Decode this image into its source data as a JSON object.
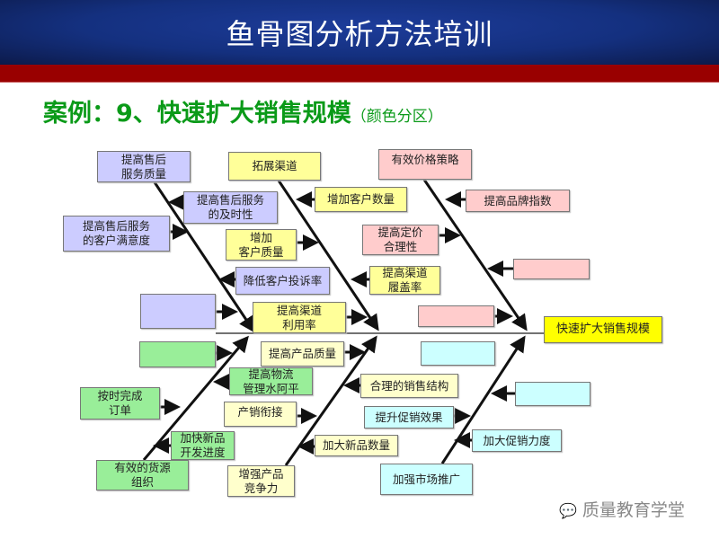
{
  "header": {
    "title": "鱼骨图分析方法培训"
  },
  "subtitle": {
    "main": "案例：9、快速扩大销售规模",
    "note": "（颜色分区）"
  },
  "diagram": {
    "effect": "快速扩大销售规模",
    "purple": [
      "提高售后\n服务质量",
      "提高售后服务\n的及时性",
      "提高售后服务\n的客户满意度",
      "降低客户投诉率",
      ""
    ],
    "yellow": [
      "拓展渠道",
      "增加客户数量",
      "增加\n客户质量",
      "提高渠道\n利用率",
      "提高渠道\n履盖率"
    ],
    "pink": [
      "有效价格策略",
      "提高品牌指数",
      "提高定价\n合理性",
      "",
      ""
    ],
    "lightyellow": [
      "提高产品质量",
      "合理的销售结构",
      "产销衔接",
      "加大新品数量",
      "增强产品\n竞争力"
    ],
    "green": [
      "",
      "提高物流\n管理水阿平",
      "按时完成\n订单",
      "加快新品\n开发进度",
      "有效的货源\n组织"
    ],
    "cyan": [
      "",
      "",
      "提升促销效果",
      "加大促销力度",
      "加强市场推广"
    ]
  },
  "watermark": {
    "icon": "wechat-icon",
    "text": "质量教育学堂"
  }
}
